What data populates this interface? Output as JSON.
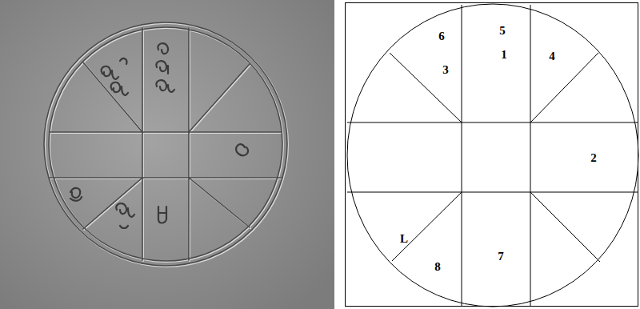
{
  "diagram": {
    "labels": [
      "6",
      "5",
      "3",
      "1",
      "4",
      "2",
      "L",
      "8",
      "7"
    ]
  }
}
